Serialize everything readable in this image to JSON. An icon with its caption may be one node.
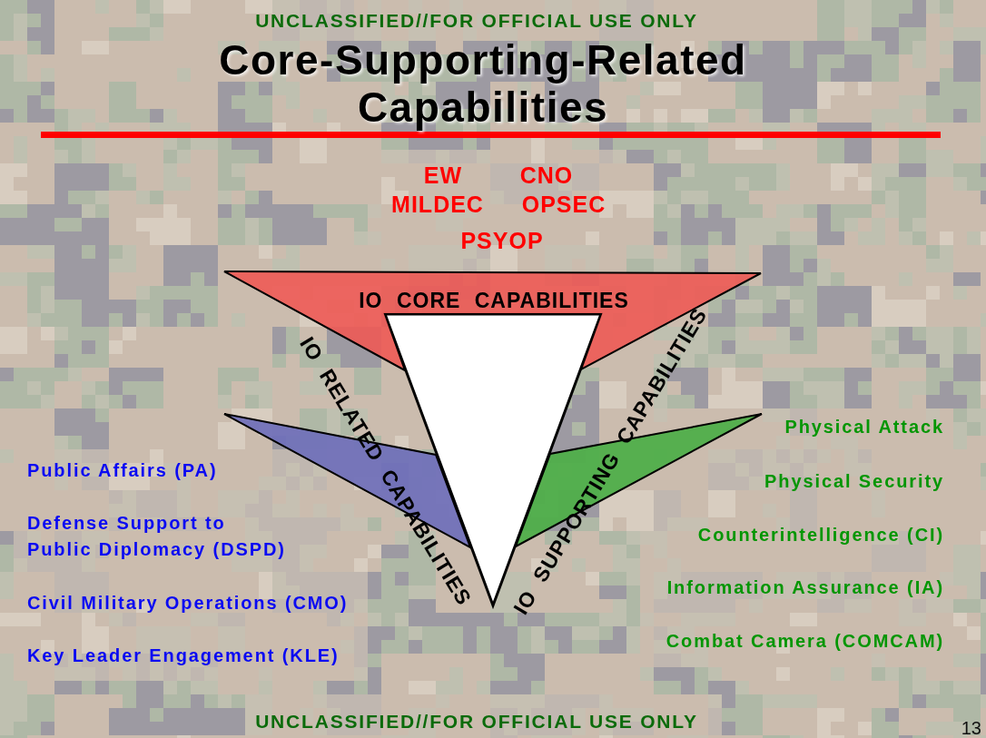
{
  "diagram": {
    "title": "Core-Supporting-Related Capabilities",
    "nodes": [
      {
        "text": [
          "IO CORE CAPABILITIES"
        ],
        "beside": [
          "EW",
          "CNO",
          "MILDEC",
          "OPSEC",
          "PSYOP"
        ]
      },
      {
        "text": [
          "IO RELATED CAPABILITIES"
        ],
        "beside": [
          "Public Affairs (PA)",
          "Defense Support to Public Diplomacy (DSPD)",
          "Civil Military Operations (CMO)",
          "Key Leader Engagement (KLE)"
        ]
      },
      {
        "text": [
          "IO SUPPORTING CAPABILITIES"
        ],
        "beside": [
          "Physical Attack",
          "Physical Security",
          "Counterintelligence (CI)",
          "Information Assurance (IA)",
          "Combat Camera (COMCAM)"
        ]
      },
      {
        "text": [],
        "shape": "triangle"
      }
    ],
    "labels": [
      "UNCLASSIFIED//FOR OFFICIAL USE ONLY",
      "UNCLASSIFIED//FOR OFFICIAL USE ONLY",
      "13"
    ]
  }
}
